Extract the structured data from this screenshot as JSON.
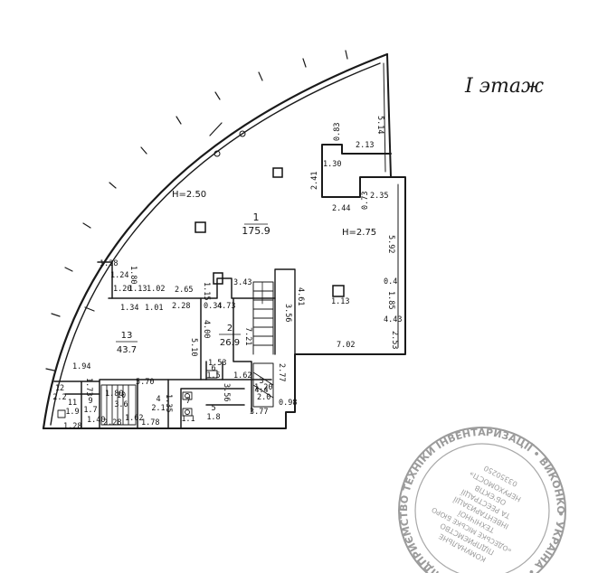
{
  "floor_title": "I этаж",
  "rooms": [
    {
      "number": "1",
      "area": "175.9"
    },
    {
      "number": "2",
      "area": "26.9"
    },
    {
      "number": "13",
      "area": "43.7"
    },
    {
      "number": "3",
      "area": "4.4"
    },
    {
      "number": "4",
      "area": "2.1"
    },
    {
      "number": "5",
      "area": "1.8"
    },
    {
      "number": "6",
      "area": "1.5"
    },
    {
      "number": "7",
      "area": "1.1"
    },
    {
      "number": "9",
      "area": "1.7"
    },
    {
      "number": "10",
      "area": "3.6"
    },
    {
      "number": "11",
      "area": "1.9"
    },
    {
      "number": "12",
      "area": "2.2"
    }
  ],
  "heights": [
    "H=2.50",
    "H=2.75"
  ],
  "dimensions": [
    "5.14",
    "2.13",
    "0.83",
    "1.30",
    "2.41",
    "2.35",
    "0.73",
    "2.44",
    "5.92",
    "0.4",
    "1.85",
    "4.43",
    "2.53",
    "7.02",
    "1.13",
    "4.61",
    "3.56",
    "3.43",
    "1.15",
    "2.65",
    "1.02",
    "1.13",
    "1.20",
    "1.24",
    "1.80",
    "1.28",
    "1.34",
    "1.01",
    "2.28",
    "0.34",
    "4.73",
    "4.00",
    "5.10",
    "7.21",
    "1.53",
    "1.62",
    "2.77",
    "3.56",
    "1.20",
    "2.0",
    "3.77",
    "0.98",
    "5.70",
    "1.94",
    "1.73",
    "1.28",
    "1.40",
    "1.62",
    "1.35",
    "1.80",
    "1.78",
    "2.28"
  ],
  "stamp": {
    "ring_text": "• УКРАЇНА • КОМУНАЛЬНЕ ПІДПРИЄМСТВО ТЕХНІКИ ІНВЕНТАРИЗАЦІЇ • ВИКОНКОМ ОДЕСЬКОЇ МІСЬКОЇ РАДИ",
    "center_lines": [
      "КОМУНАЛЬНЕ",
      "ПІДПРИЄМСТВО",
      "«ОДЕСЬКЕ МІСЬКЕ БЮРО",
      "ТЕХНІЧНОЇ",
      "ІНВЕНТАРИЗАЦІЇ",
      "ТА РЕЄСТРАЦІЇ",
      "ОБ'ЄКТІВ",
      "НЕРУХОМОСТІ»",
      "03350250"
    ]
  }
}
